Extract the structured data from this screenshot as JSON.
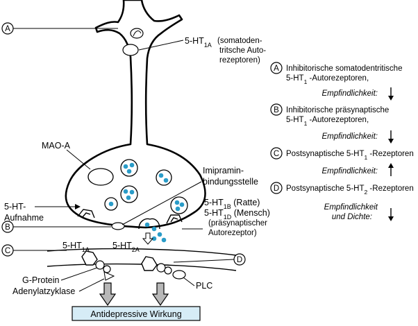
{
  "labels": {
    "marker_a": "A",
    "marker_b": "B",
    "marker_c": "C",
    "marker_d": "D",
    "ht1a_top_main": "5-HT",
    "ht1a_top_sub": "1A",
    "somato_line1": "(somatoden-",
    "somato_line2": "tritsche Auto-",
    "somato_line3": "rezeptoren)",
    "mao_a": "MAO-A",
    "imipramin_line1": "Imipramin-",
    "imipramin_line2": "bindungsstelle",
    "ht1b_main": "5-HT",
    "ht1b_sub": "1B",
    "ht1b_rest": " (Ratte)",
    "ht1d_main": "5-HT",
    "ht1d_sub": "1D",
    "ht1d_rest": " (Mensch)",
    "praesyn_line1": "(präsynaptischer",
    "praesyn_line2": "Autorezeptor)",
    "uptake_line1": "5-HT-",
    "uptake_line2": "Aufnahme",
    "ht1a_post_main": "5-HT",
    "ht1a_post_sub": "1A",
    "ht2a_main": "5-HT",
    "ht2a_sub": "2A",
    "g_protein": "G-Protein",
    "adenylatzyklase": "Adenylatzyklase",
    "plc": "PLC",
    "effect_box": "Antidepressive Wirkung"
  },
  "legend": [
    {
      "marker": "A",
      "line1": "Inhibitorische somatodentritische",
      "line2_main": "5-HT",
      "line2_sub": "1",
      "line2_rest": " -Autorezeptoren,",
      "sens_label": "Empfindlichkeit:",
      "arrow": "down"
    },
    {
      "marker": "B",
      "line1": "Inhibitorische präsynaptische",
      "line2_main": "5-HT",
      "line2_sub": "1",
      "line2_rest": " -Autorezeptoren,",
      "sens_label": "Empfindlichkeit:",
      "arrow": "down"
    },
    {
      "marker": "C",
      "line1_main": "Postsynaptische 5-HT",
      "line1_sub": "1",
      "line1_rest": " -Rezeptoren",
      "sens_label": "Empfindlichkeit:",
      "arrow": "up"
    },
    {
      "marker": "D",
      "line1_main": "Postsynaptische 5-HT",
      "line1_sub": "2",
      "line1_rest": " -Rezeptoren",
      "sens_label_line1": "Empfindlichkeit",
      "sens_label_line2": "und Dichte:",
      "arrow": "down"
    }
  ],
  "colors": {
    "vesicle_dot": "#2a9cc8",
    "effect_box_fill": "#d6ecf6",
    "arrow_fill": "#b8b8b8"
  }
}
